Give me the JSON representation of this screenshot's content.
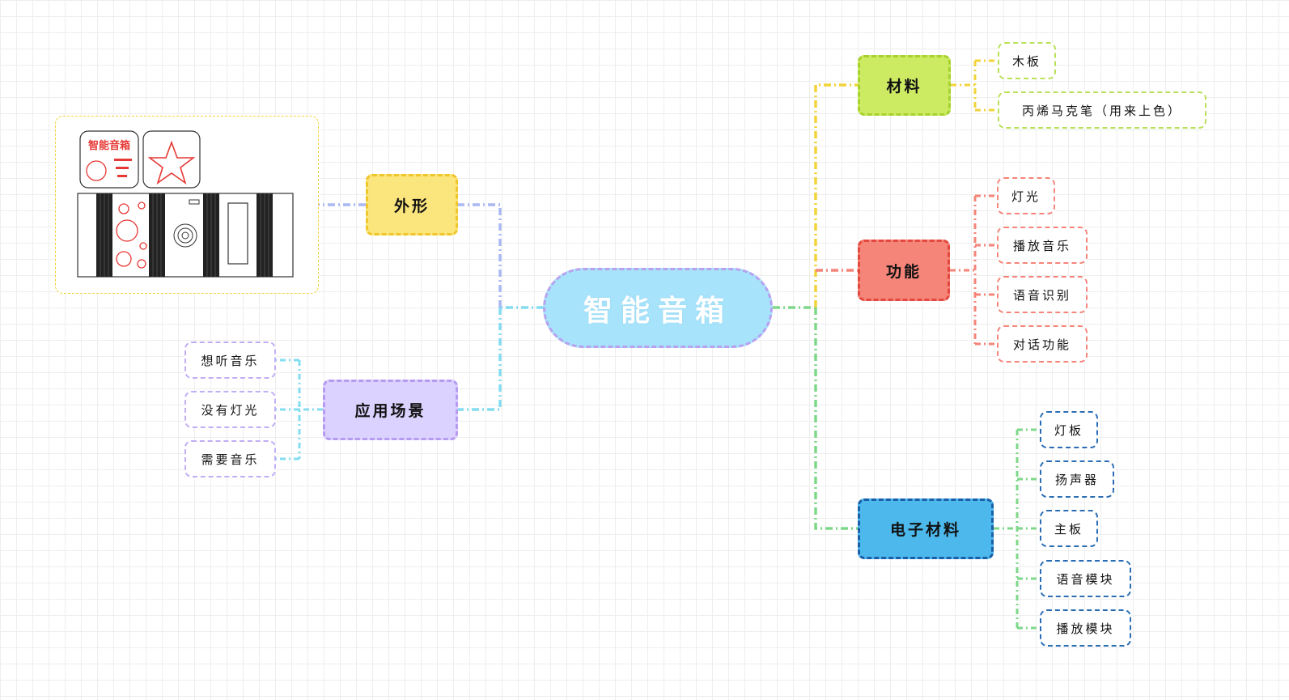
{
  "colors": {
    "center_fill": "#a7e3fb",
    "center_border": "#b7a2f0",
    "material": "#cdea63",
    "material_border": "#a6d22d",
    "function": "#f58479",
    "function_border": "#e2483e",
    "electronics": "#4cb8ec",
    "electronics_border": "#1a5fa8",
    "appearance": "#fbe57d",
    "appearance_border": "#f0c62a",
    "scenario": "#dcd2ff",
    "scenario_border": "#b79bf0",
    "box_print": "#e53935"
  },
  "center": {
    "label": "智能音箱"
  },
  "branches": {
    "material": {
      "label": "材料",
      "items": [
        "木板",
        "丙烯马克笔（用来上色）"
      ]
    },
    "function": {
      "label": "功能",
      "items": [
        "灯光",
        "播放音乐",
        "语音识别",
        "对话功能"
      ]
    },
    "electronics": {
      "label": "电子材料",
      "items": [
        "灯板",
        "扬声器",
        "主板",
        "语音模块",
        "播放模块"
      ]
    },
    "appearance": {
      "label": "外形",
      "image_title": "智能音箱"
    },
    "scenario": {
      "label": "应用场景",
      "items": [
        "想听音乐",
        "没有灯光",
        "需要音乐"
      ]
    }
  }
}
